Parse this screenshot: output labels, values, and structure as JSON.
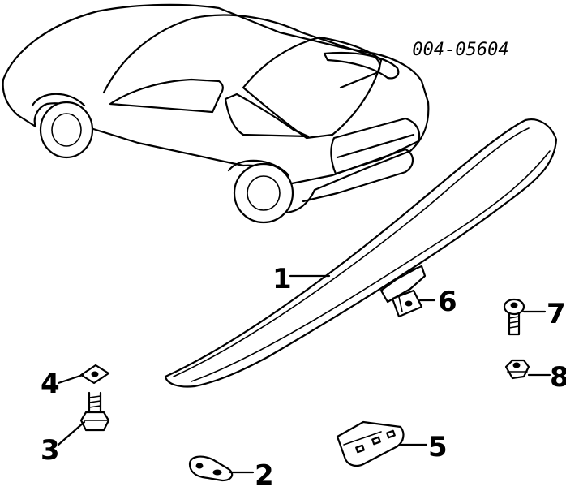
{
  "reference_code": "004-05604",
  "callouts": [
    {
      "label": "1"
    },
    {
      "label": "2"
    },
    {
      "label": "3"
    },
    {
      "label": "4"
    },
    {
      "label": "5"
    },
    {
      "label": "6"
    },
    {
      "label": "7"
    },
    {
      "label": "8"
    }
  ]
}
